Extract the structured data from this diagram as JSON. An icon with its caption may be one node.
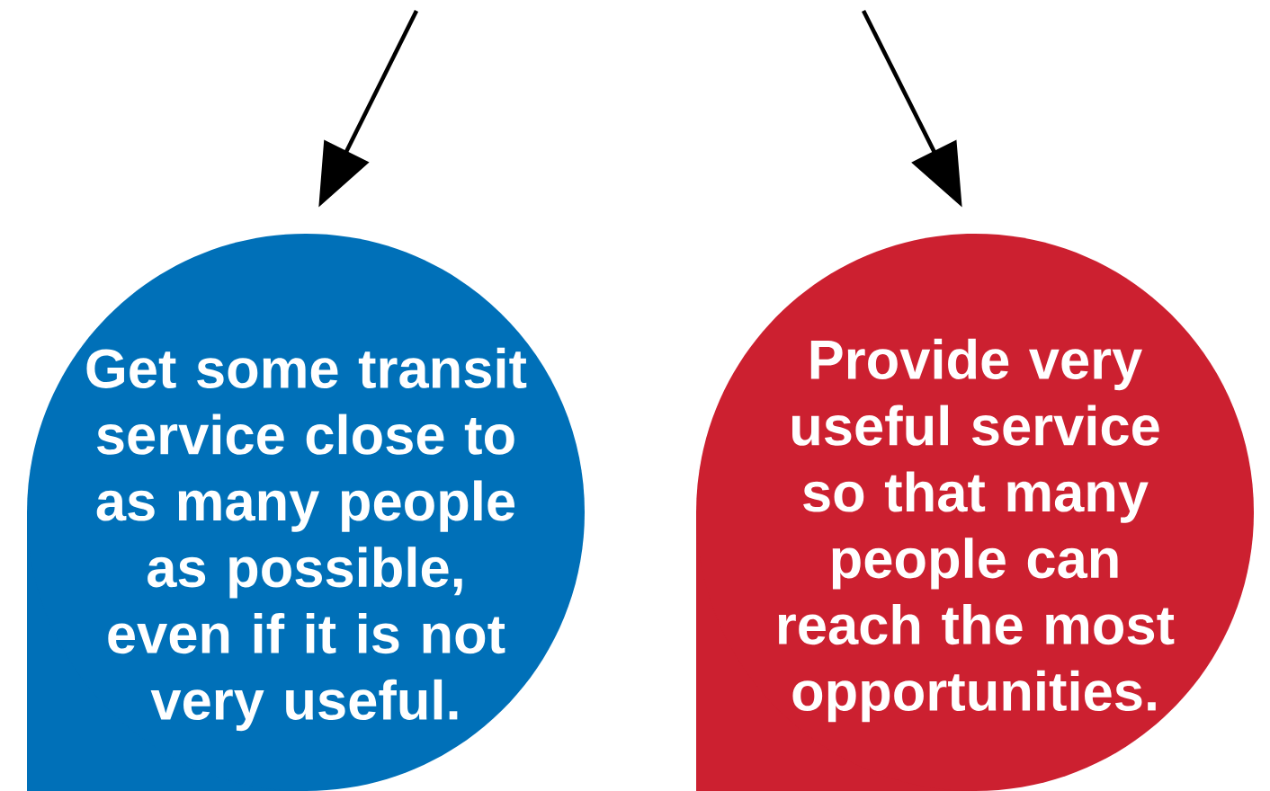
{
  "diagram": {
    "nodes": [
      {
        "text": [
          "Get some transit service close to as many people as possible, even if it is not very useful."
        ]
      },
      {
        "text": [
          "Provide very useful service so that many people can reach the most opportunities."
        ]
      }
    ],
    "edges": [
      {
        "from": null,
        "to": 0,
        "arrow": "to"
      },
      {
        "from": null,
        "to": 1,
        "arrow": "to"
      }
    ]
  }
}
